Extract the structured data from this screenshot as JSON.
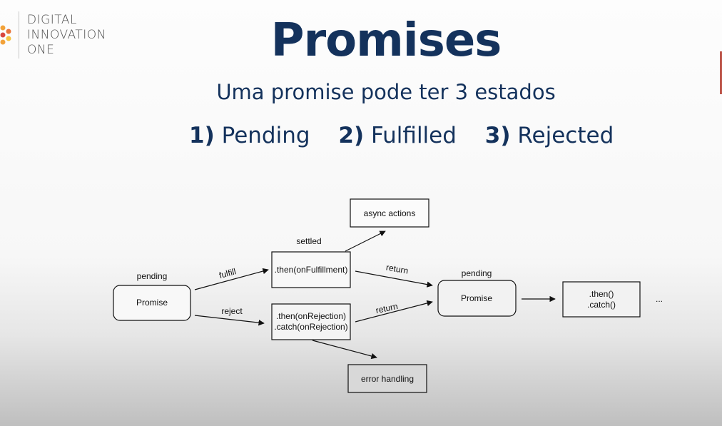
{
  "logo": {
    "lines": [
      "DIGITAL",
      "INNOVATION",
      "ONE"
    ]
  },
  "slide": {
    "title": "Promises",
    "subtitle": "Uma promise pode ter 3 estados",
    "states": [
      {
        "num": "1)",
        "label": "Pending"
      },
      {
        "num": "2)",
        "label": "Fulfilled"
      },
      {
        "num": "3)",
        "label": "Rejected"
      }
    ]
  },
  "diagram": {
    "promise_left": "Promise",
    "pending_left": "pending",
    "fulfill": "fulfill",
    "reject": "reject",
    "settled": "settled",
    "then_fulfillment": ".then(onFulfillment)",
    "then_rejection": ".then(onRejection)",
    "catch_rejection": ".catch(onRejection)",
    "async_actions": "async actions",
    "error_handling": "error handling",
    "return_top": "return",
    "return_bottom": "return",
    "pending_right": "pending",
    "promise_right": "Promise",
    "then_call": ".then()",
    "catch_call": ".catch()",
    "ellipsis": "..."
  },
  "colors": {
    "title": "#14325c",
    "logo_text": "#505050",
    "logo_dots": [
      "#f2a23a",
      "#e8743b",
      "#d9463e",
      "#f5c342"
    ]
  }
}
